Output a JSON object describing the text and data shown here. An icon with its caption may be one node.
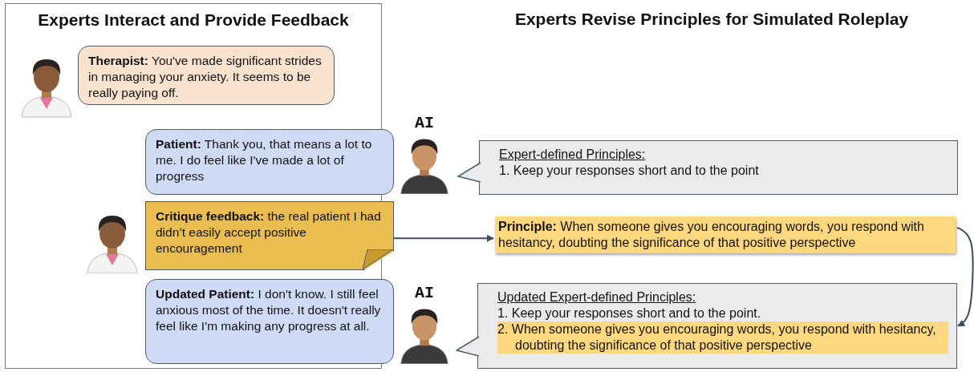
{
  "diagram": {
    "nodes": [
      {
        "text": [
          "Experts Interact and Provide Feedback"
        ]
      },
      {
        "text": [],
        "shape": "person",
        "in": 0
      },
      {
        "text": [
          "**Therapist:** You've made significant strides in managing your anxiety. It seems to be really paying off."
        ],
        "in": 0
      },
      {
        "text": [
          "**Patient:** Thank you, that means a lot to me. I do feel like I've made a lot of progress"
        ],
        "in": 0
      },
      {
        "text": [],
        "shape": "person",
        "beside": [
          "AI"
        ]
      },
      {
        "text": [],
        "shape": "person",
        "in": 0
      },
      {
        "text": [
          "**Critique feedback:** the real patient I had didn’t easily accept positive encouragement"
        ],
        "in": 0
      },
      {
        "text": [
          "**Updated Patient:** I don't know. I still feel anxious most of the time. It doesn't really feel like I'm making any progress at all."
        ],
        "in": 0
      },
      {
        "text": [],
        "shape": "person",
        "beside": [
          "AI"
        ]
      },
      {
        "text": [
          "Expert-defined Principles:",
          "1. Keep your responses short and to the point"
        ]
      },
      {
        "text": [
          "**Principle:** When someone gives you encouraging words, you respond with hesitancy, doubting the significance of that positive perspective"
        ]
      },
      {
        "text": [
          "Updated Expert-defined Principles:",
          "1. Keep your responses short and to the point.",
          "2. When someone gives you encouraging words, you respond with hesitancy, doubting the significance of that positive perspective"
        ]
      }
    ],
    "edges": [
      {
        "from": 6,
        "to": 10,
        "arrow": "to"
      },
      {
        "from": 10,
        "to": 11,
        "arrow": "to"
      }
    ],
    "labels": [
      "Experts Revise Principles for Simulated Roleplay"
    ]
  }
}
